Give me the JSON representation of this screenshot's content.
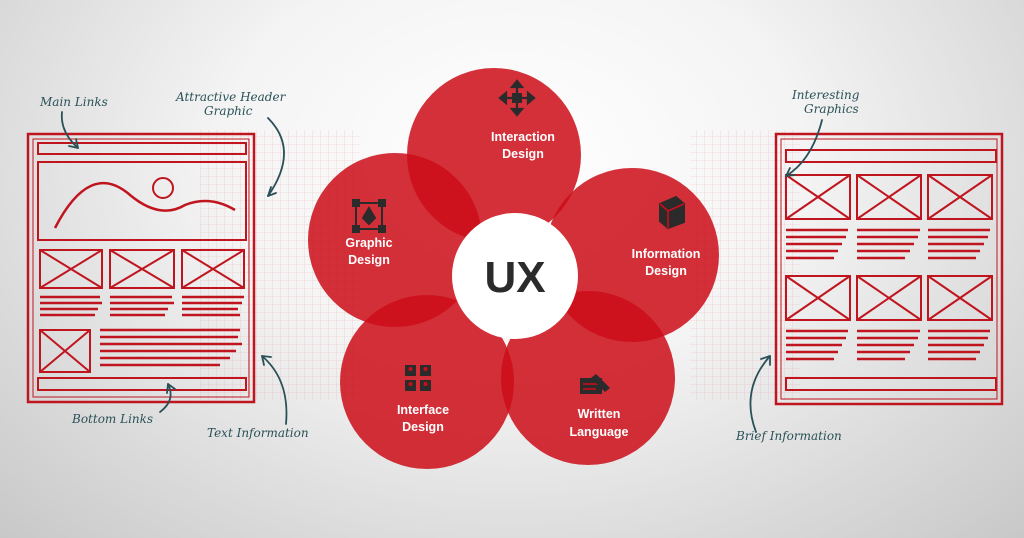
{
  "center": {
    "label": "UX"
  },
  "petals": [
    {
      "line1": "Interaction",
      "line2": "Design",
      "icon": "move-arrows-icon"
    },
    {
      "line1": "Information",
      "line2": "Design",
      "icon": "cube-icon"
    },
    {
      "line1": "Written",
      "line2": "Language",
      "icon": "pencil-paper-icon"
    },
    {
      "line1": "Interface",
      "line2": "Design",
      "icon": "grid-users-icon"
    },
    {
      "line1": "Graphic",
      "line2": "Design",
      "icon": "pen-tool-icon"
    }
  ],
  "annotations": {
    "main_links": "Main Links",
    "attractive_header_1": "Attractive Header",
    "attractive_header_2": "Graphic",
    "bottom_links": "Bottom Links",
    "text_information": "Text Information",
    "interesting_graphics_1": "Interesting",
    "interesting_graphics_2": "Graphics",
    "brief_information": "Brief Information"
  },
  "colors": {
    "petal": "#cc0e1a",
    "sketch": "#c0151f",
    "annotation": "#2a5158",
    "center": "#ffffff"
  }
}
